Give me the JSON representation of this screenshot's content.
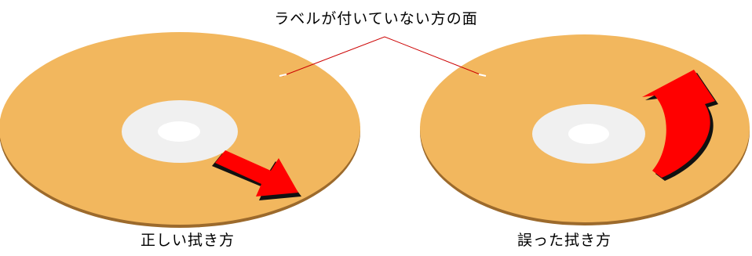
{
  "annotation": {
    "label": "ラベルが付いていない方の面"
  },
  "panels": {
    "correct": {
      "caption": "正しい拭き方",
      "arrow": "straight-outward-arrow"
    },
    "wrong": {
      "caption": "誤った拭き方",
      "arrow": "curved-circular-arrow"
    }
  },
  "colors": {
    "disc": "#f2b75e",
    "disc_edge": "#9c6a2c",
    "hub": "#f0f0f0",
    "hole": "#ffffff",
    "arrow": "#ff0000",
    "arrow_shadow": "#111111",
    "leader_line": "#cc0000"
  }
}
